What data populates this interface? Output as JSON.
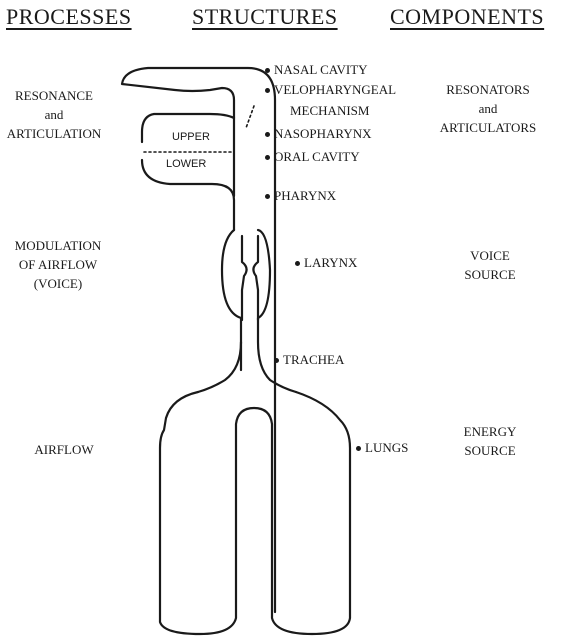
{
  "headers": {
    "processes": "PROCESSES",
    "structures": "STRUCTURES",
    "components": "COMPONENTS"
  },
  "processes": {
    "resonance": [
      "RESONANCE",
      "and",
      "ARTICULATION"
    ],
    "modulation": [
      "MODULATION",
      "OF AIRFLOW",
      "(VOICE)"
    ],
    "airflow": [
      "AIRFLOW"
    ]
  },
  "structures": {
    "nasal_cavity": "NASAL CAVITY",
    "velopharyngeal": "VELOPHARYNGEAL",
    "mechanism": "MECHANISM",
    "nasopharynx": "NASOPHARYNX",
    "oral_cavity": "ORAL CAVITY",
    "pharynx": "PHARYNX",
    "larynx": "LARYNX",
    "trachea": "TRACHEA",
    "lungs": "LUNGS"
  },
  "components": {
    "resonators": [
      "RESONATORS",
      "and",
      "ARTICULATORS"
    ],
    "voice_source": [
      "VOICE",
      "SOURCE"
    ],
    "energy_source": [
      "ENERGY",
      "SOURCE"
    ]
  },
  "diagram_labels": {
    "upper": "UPPER",
    "lower": "LOWER"
  }
}
